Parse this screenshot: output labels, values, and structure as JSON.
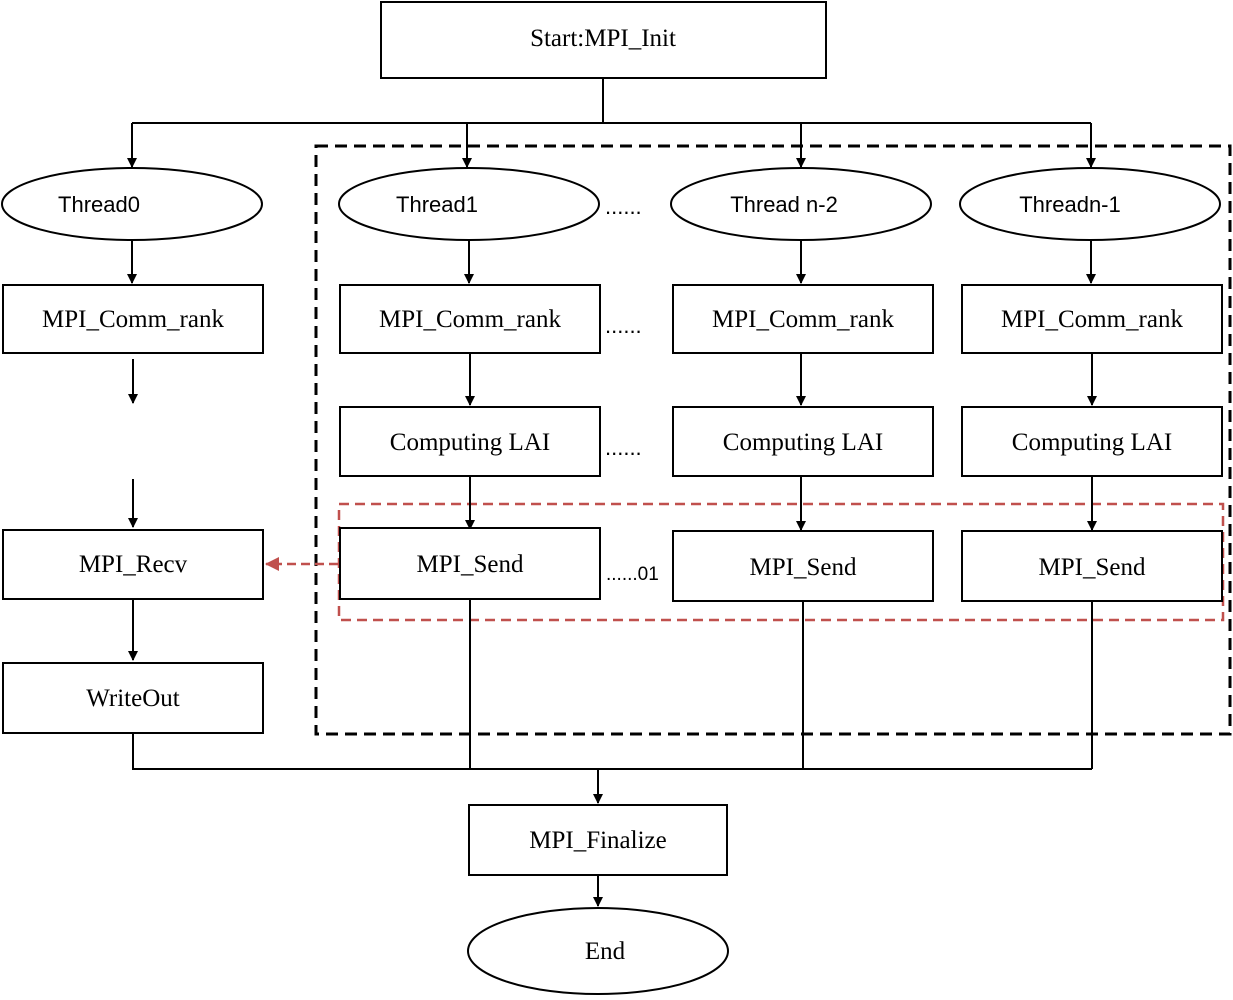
{
  "nodes": {
    "start": "Start:MPI_Init",
    "thread0": "Thread0",
    "thread1": "Thread1",
    "thread_n2": "Thread n-2",
    "thread_n1": "Threadn-1",
    "comm_rank": "MPI_Comm_rank",
    "computing": "Computing LAI",
    "recv": "MPI_Recv",
    "send": "MPI_Send",
    "writeout": "WriteOut",
    "finalize": "MPI_Finalize",
    "end": "End"
  },
  "ellipsis": {
    "dots": "......",
    "dots_send": "......01"
  },
  "colors": {
    "line": "#000000",
    "highlight": "#c0504d"
  }
}
